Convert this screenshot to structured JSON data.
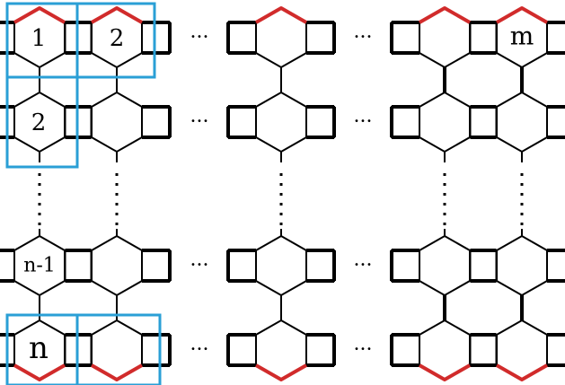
{
  "colors": {
    "edge": "#000000",
    "highlight": "#d12b2b",
    "box": "#2a9fd6"
  },
  "labels": {
    "cell_1_1": "1",
    "cell_1_2": "2",
    "cell_1_m": "m",
    "cell_2_1": "2",
    "cell_n1_1": "n-1",
    "cell_n_1": "n",
    "ellipsis": "···"
  }
}
